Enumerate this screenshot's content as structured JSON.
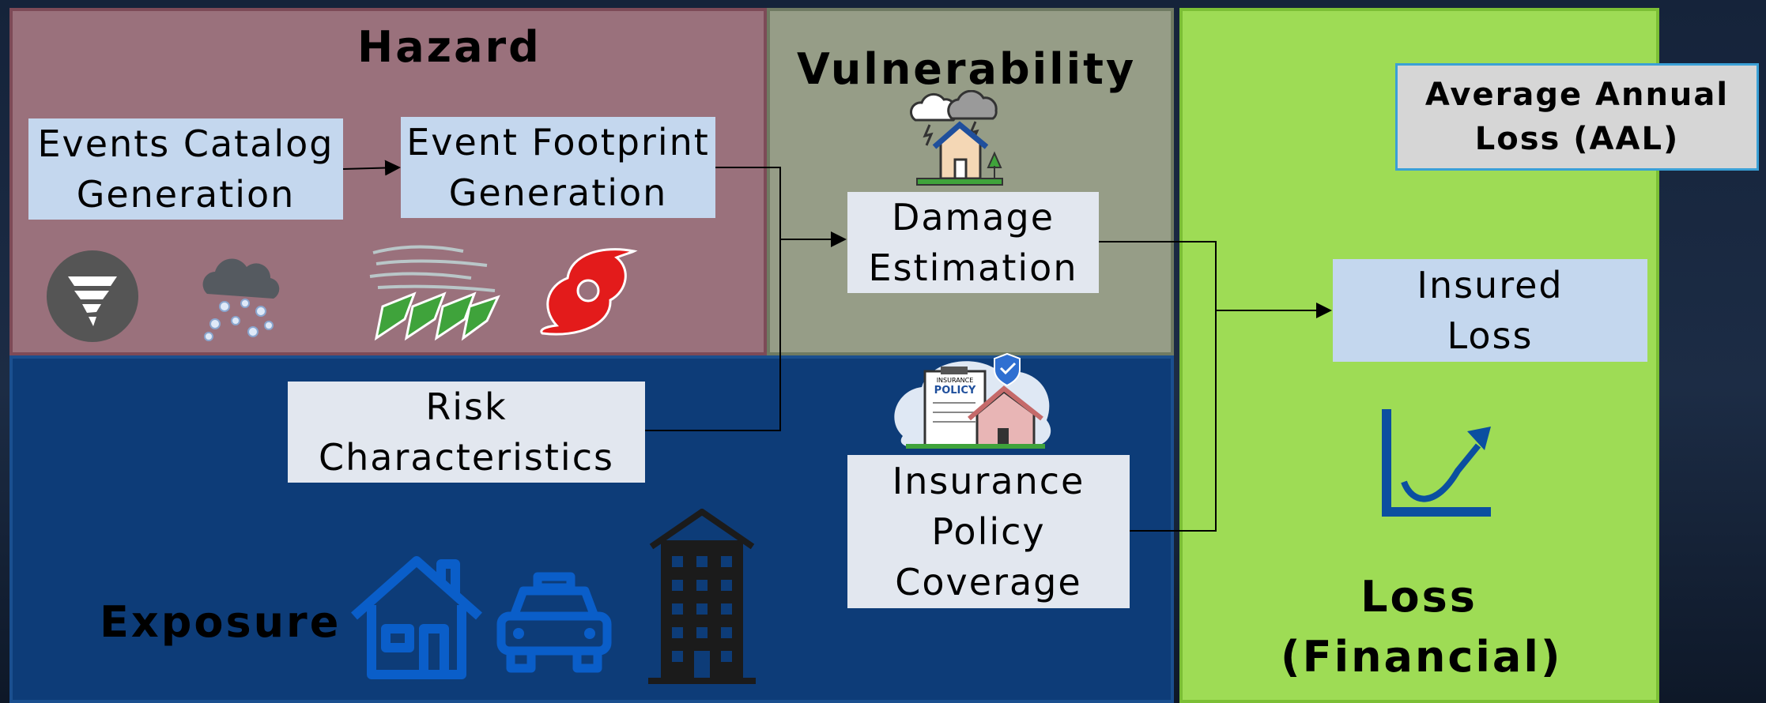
{
  "sections": {
    "hazard": "Hazard",
    "vulnerability": "Vulnerability",
    "exposure": "Exposure",
    "loss_line1": "Loss",
    "loss_line2": "(Financial)"
  },
  "boxes": {
    "events_catalog": "Events Catalog\nGeneration",
    "event_footprint": "Event Footprint\nGeneration",
    "damage_estimation": "Damage\nEstimation",
    "risk_characteristics": "Risk\nCharacteristics",
    "insurance_policy": "Insurance\nPolicy\nCoverage",
    "insured_loss": "Insured\nLoss",
    "aal": "Average Annual\nLoss (AAL)"
  },
  "policy_icon_text": {
    "line1": "INSURANCE",
    "line2": "POLICY"
  },
  "colors": {
    "hazard": "#9a717c",
    "vulnerability": "#969d87",
    "exposure": "#0d3c78",
    "loss": "#9edc55",
    "box_blue": "#c4d7ee",
    "box_light": "#e2e7ef",
    "icon_blue": "#0a5ec9"
  },
  "icons": [
    "tornado-icon",
    "hail-cloud-icon",
    "wind-trees-icon",
    "hurricane-icon",
    "storm-house-icon",
    "insurance-policy-icon",
    "house-icon",
    "car-icon",
    "building-icon",
    "chart-curve-icon"
  ]
}
